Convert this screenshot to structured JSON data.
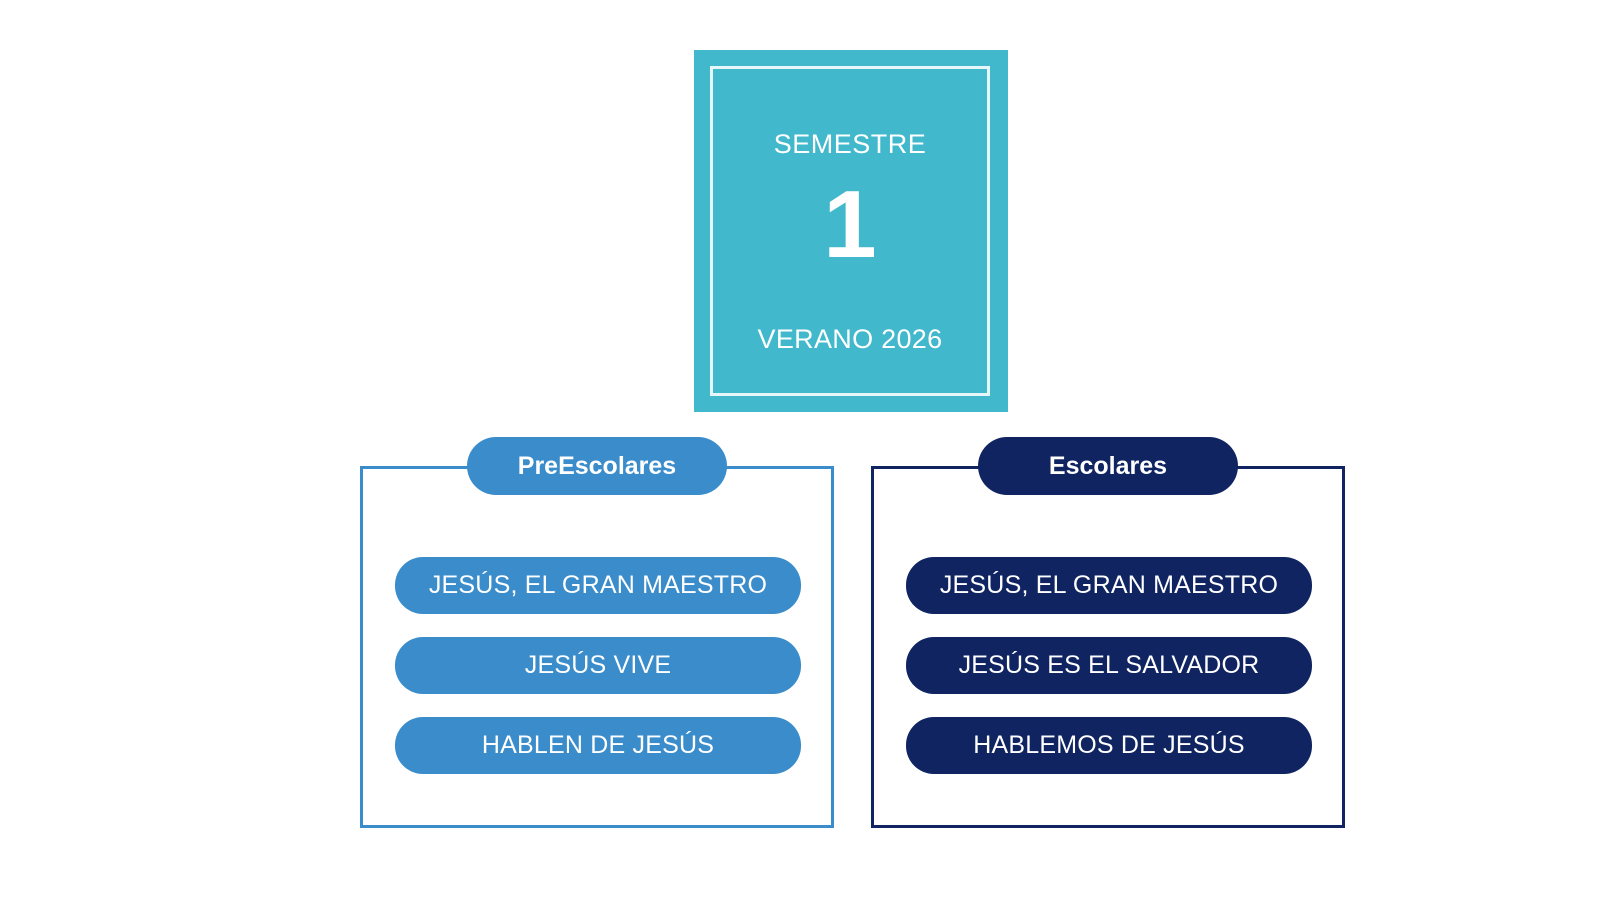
{
  "semester": {
    "label": "SEMESTRE",
    "number": "1",
    "season": "VERANO 2026"
  },
  "groups": [
    {
      "title": "PreEscolares",
      "color": "#3a8ccb",
      "items": [
        "JESÚS, EL GRAN MAESTRO",
        "JESÚS VIVE",
        "HABLEN DE JESÚS"
      ]
    },
    {
      "title": "Escolares",
      "color": "#0f2460",
      "items": [
        "JESÚS, EL GRAN MAESTRO",
        "JESÚS ES EL SALVADOR",
        "HABLEMOS DE JESÚS"
      ]
    }
  ],
  "colors": {
    "card": "#41b8cb",
    "preescolares": "#3a8ccb",
    "escolares": "#0f2460"
  }
}
